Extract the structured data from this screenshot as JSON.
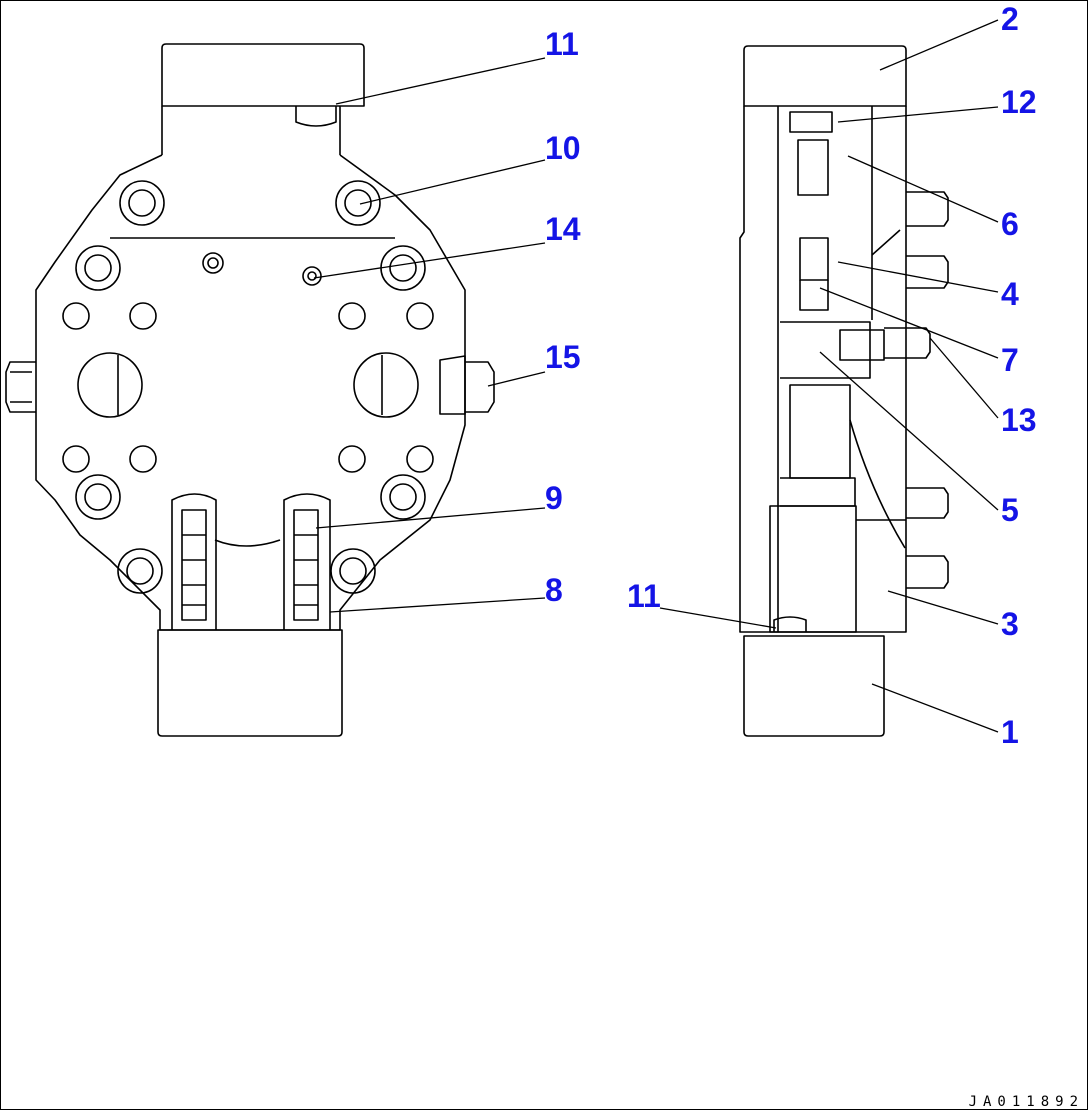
{
  "drawing_number": "JA011892",
  "callouts": {
    "c1": "1",
    "c2": "2",
    "c3": "3",
    "c4": "4",
    "c5": "5",
    "c6": "6",
    "c7": "7",
    "c8": "8",
    "c9": "9",
    "c10": "10",
    "c11_top": "11",
    "c11_side": "11",
    "c12": "12",
    "c13": "13",
    "c14": "14",
    "c15": "15"
  },
  "colors": {
    "callout": "#1414e6",
    "line": "#000000",
    "background": "#ffffff"
  }
}
